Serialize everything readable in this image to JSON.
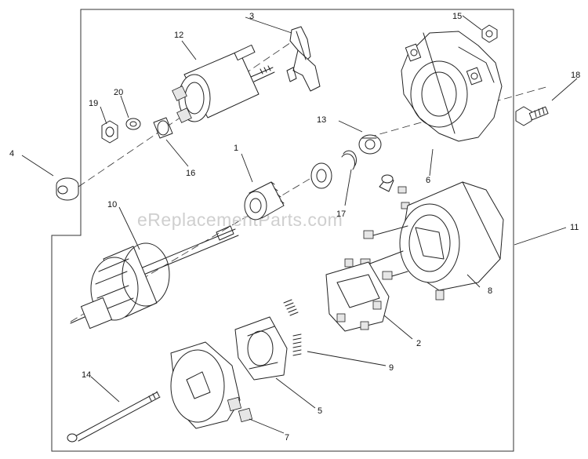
{
  "watermark": "eReplacementParts.com",
  "callouts": [
    {
      "id": "c1",
      "label": "1"
    },
    {
      "id": "c2",
      "label": "2"
    },
    {
      "id": "c3",
      "label": "3"
    },
    {
      "id": "c4",
      "label": "4"
    },
    {
      "id": "c5",
      "label": "5"
    },
    {
      "id": "c6",
      "label": "6"
    },
    {
      "id": "c7",
      "label": "7"
    },
    {
      "id": "c8",
      "label": "8"
    },
    {
      "id": "c9",
      "label": "9"
    },
    {
      "id": "c10",
      "label": "10"
    },
    {
      "id": "c11",
      "label": "11"
    },
    {
      "id": "c12",
      "label": "12"
    },
    {
      "id": "c13",
      "label": "13"
    },
    {
      "id": "c14",
      "label": "14"
    },
    {
      "id": "c15",
      "label": "15"
    },
    {
      "id": "c16",
      "label": "16"
    },
    {
      "id": "c17",
      "label": "17"
    },
    {
      "id": "c18",
      "label": "18"
    },
    {
      "id": "c19",
      "label": "19"
    },
    {
      "id": "c20",
      "label": "20"
    }
  ]
}
